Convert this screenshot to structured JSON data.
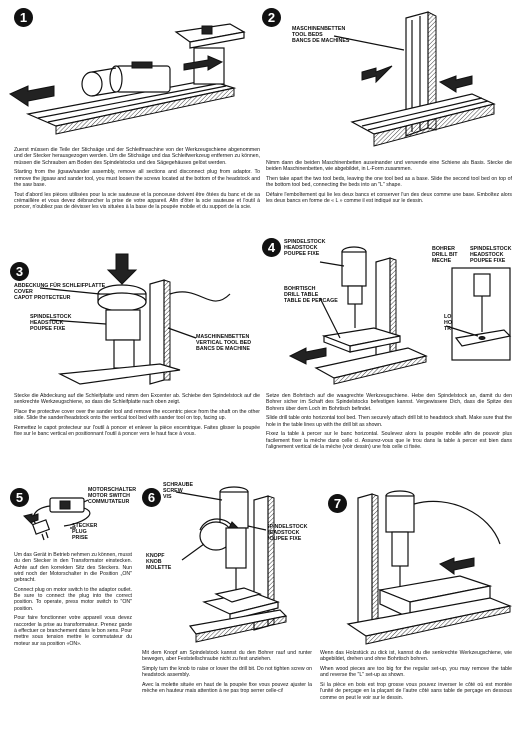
{
  "steps": {
    "s1": {
      "number": "1",
      "text_de": "Zuerst müssen die Teile der Stichsäge und der Schleifmaschine von der Werkzeugschiene abgenommen und der Stecker herausgezogen werden. Um die Stichsäge und das Schleifwerkzeug entfernen zu können, müssen die Schrauben am Boden des Spindelstocks und des Sägegehäuses gelöst werden.",
      "text_en": "Starting from the jigsaw/sander assembly, remove all sections and disconnect plug from adaptor. To remove the jigsaw and sander tool, you must loosen the screws located at the bottom of the headstock and the saw base.",
      "text_fr": "Tout d'abord les pièces utilisées pour la scie sauteuse et la ponceuse doivent être ôtées du banc et de sa crémaillère et vous devez débrancher la prise de votre appareil. Afin d'ôter la scie sauteuse et l'outil à poncer, n'oubliez pas de dévisser les vis situées à la base de la poupée mobile et du support de la scie."
    },
    "s2": {
      "number": "2",
      "label_de": "MASCHINENBETTEN",
      "label_en": "TOOL BEDS",
      "label_fr": "BANCS DE MACHINES",
      "text_de": "Nimm dann die beiden Maschinenbetten auseinander und verwende eine Schiene als Basis. Stecke die beiden Maschinenbetten, wie abgebildet, in L-Form zusammen.",
      "text_en": "Then take apart the two tool beds, leaving the one tool bed as a base. Slide the second tool bed on top of the bottom tool bed, connecting the beds into an \"L\" shape.",
      "text_fr": "Défaire l'emboîtement qui lie les deux bancs et conserver l'un des deux comme une base. Emboîtez alors les deux bancs en forme de « L » comme il est indiqué sur le dessin."
    },
    "s3": {
      "number": "3",
      "cover_de": "ABDECKUNG FÜR SCHLEIFPLATTE",
      "cover_en": "COVER",
      "cover_fr": "CAPOT PROTECTEUR",
      "head_de": "SPINDELSTOCK",
      "head_en": "HEADSTOCK",
      "head_fr": "POUPEE FIXE",
      "bed_de": "MASCHINENBETTEN",
      "bed_en": "VERTICAL TOOL BED",
      "bed_fr": "BANCS DE MACHINE",
      "text_de": "Stecke die Abdeckung auf die Schleifplatte und nimm den Excenter ab. Schiebe den Spindelstock auf die senkrechte Werkzeugschiene, so dass die Schleifplatte nach oben zeigt.",
      "text_en": "Place the protective cover over the sander tool and remove the eccentric piece from the shaft on the other side. Slide the sander/headstock onto the vertical tool bed with sander tool on top, facing up.",
      "text_fr": "Remettez le capot protecteur sur l'outil à poncer et enlever la pièce excentrique. Faites glisser la poupée fixe sur le banc vertical en positionnant l'outil à poncer vers le haut face à vous."
    },
    "s4": {
      "number": "4",
      "head_de": "SPINDELSTOCK",
      "head_en": "HEADSTOCK",
      "head_fr": "POUPEE FIXE",
      "drill_de": "BOHRER",
      "drill_en": "DRILL BIT",
      "drill_fr": "MECHE",
      "head2_de": "SPINDELSTOCK",
      "head2_en": "HEADSTOCK",
      "head2_fr": "POUPEE FIXE",
      "table_de": "BOHRTISCH",
      "table_en": "DRILL TABLE",
      "table_fr": "TABLE DE PERCAGE",
      "hole_de": "LOCH",
      "hole_en": "HOLE",
      "hole_fr": "TROU",
      "text_de": "Setze den Bohrtisch auf die waagrechte Werkzeugschiene. Hebe den Spindelstock an, damit du den Bohrer sicher im Schaft des Spindelstocks befestigen kannst. Vergewissere Dich, dass die Spitze des Bohrers über dem Loch im Bohrtisch befindet.",
      "text_en": "Slide drill table onto horizontal tool bed. Then securely attach drill bit to headstock shaft. Make sure that the hole in the table lines up with the drill bit as shown.",
      "text_fr": "Fixez la table à percer sur le banc horizontal. Soulevez alors la poupée mobile afin de pouvoir plus facilement fixer la mèche dans celle ci. Assurez-vous que le trou dans la table à percer est bien dans l'alignement vertical de la mèche (voir dessin) une fois celle ci fixée."
    },
    "s5": {
      "number": "5",
      "switch_de": "MOTORSCHALTER",
      "switch_en": "MOTOR SWITCH",
      "switch_fr": "COMMUTATEUR",
      "plug_de": "STECKER",
      "plug_en": "PLUG",
      "plug_fr": "PRISE",
      "text_de": "Um das Gerät in Betrieb nehmen zu können, musst du den Stecker in den Transformator einstecken. Achte auf den korrekten Sitz des Steckers. Nun wird noch der Motorschalter in die Position „ON\" gebracht.",
      "text_en": "Connect plug on motor switch to the adaptor outlet. Be sure to connect the plug into the correct position. To operate, press motor switch to \"ON\" position.",
      "text_fr": "Pour faire fonctionner votre appareil vous devez raccorder la prise au transformateur. Prenez garde à effectuer ce branchement dans le bon sens. Pour mettre sous tension mettre le commutateur du moteur sur sa position «ON»."
    },
    "s6": {
      "number": "6",
      "screw_de": "SCHRAUBE",
      "screw_en": "SCREW",
      "screw_fr": "VIS",
      "head_de": "SPINDELSTOCK",
      "head_en": "HEADSTOCK",
      "head_fr": "POUPEE FIXE",
      "knob_de": "KNOPF",
      "knob_en": "KNOB",
      "knob_fr": "MOLETTE",
      "text_de": "Mit dem Knopf am Spindelstock kannst du den Bohrer rauf und runter bewegen, aber Feststellschraube nicht zu fest anziehen.",
      "text_en": "Simply turn the knob to raise or lower the drill bit. Do not tighten screw on headstock assembly.",
      "text_fr": "Avec la molette située en haut de la poupée fixe vous pouvez ajuster la mèche en hauteur mais attention à ne pas trop serrer celle-ci!"
    },
    "s7": {
      "number": "7",
      "text_de": "Wenn das Holzstück zu dick ist, kannst du die senkrechte Werkzeugschiene, wie abgebildet, drehen und ohne Bohrtisch bohren.",
      "text_en": "When wood pieces are too big for the regular set-up, you may remove the table and reverse the \"L\" set-up as shown.",
      "text_fr": "Si la pièce en bois est trop grosse vous pouvez inverser le côté où est montée l'unité de perçage en la plaçant de l'autre côté sans table de perçage en dessous comme on peut le voir sur le dessin."
    }
  }
}
